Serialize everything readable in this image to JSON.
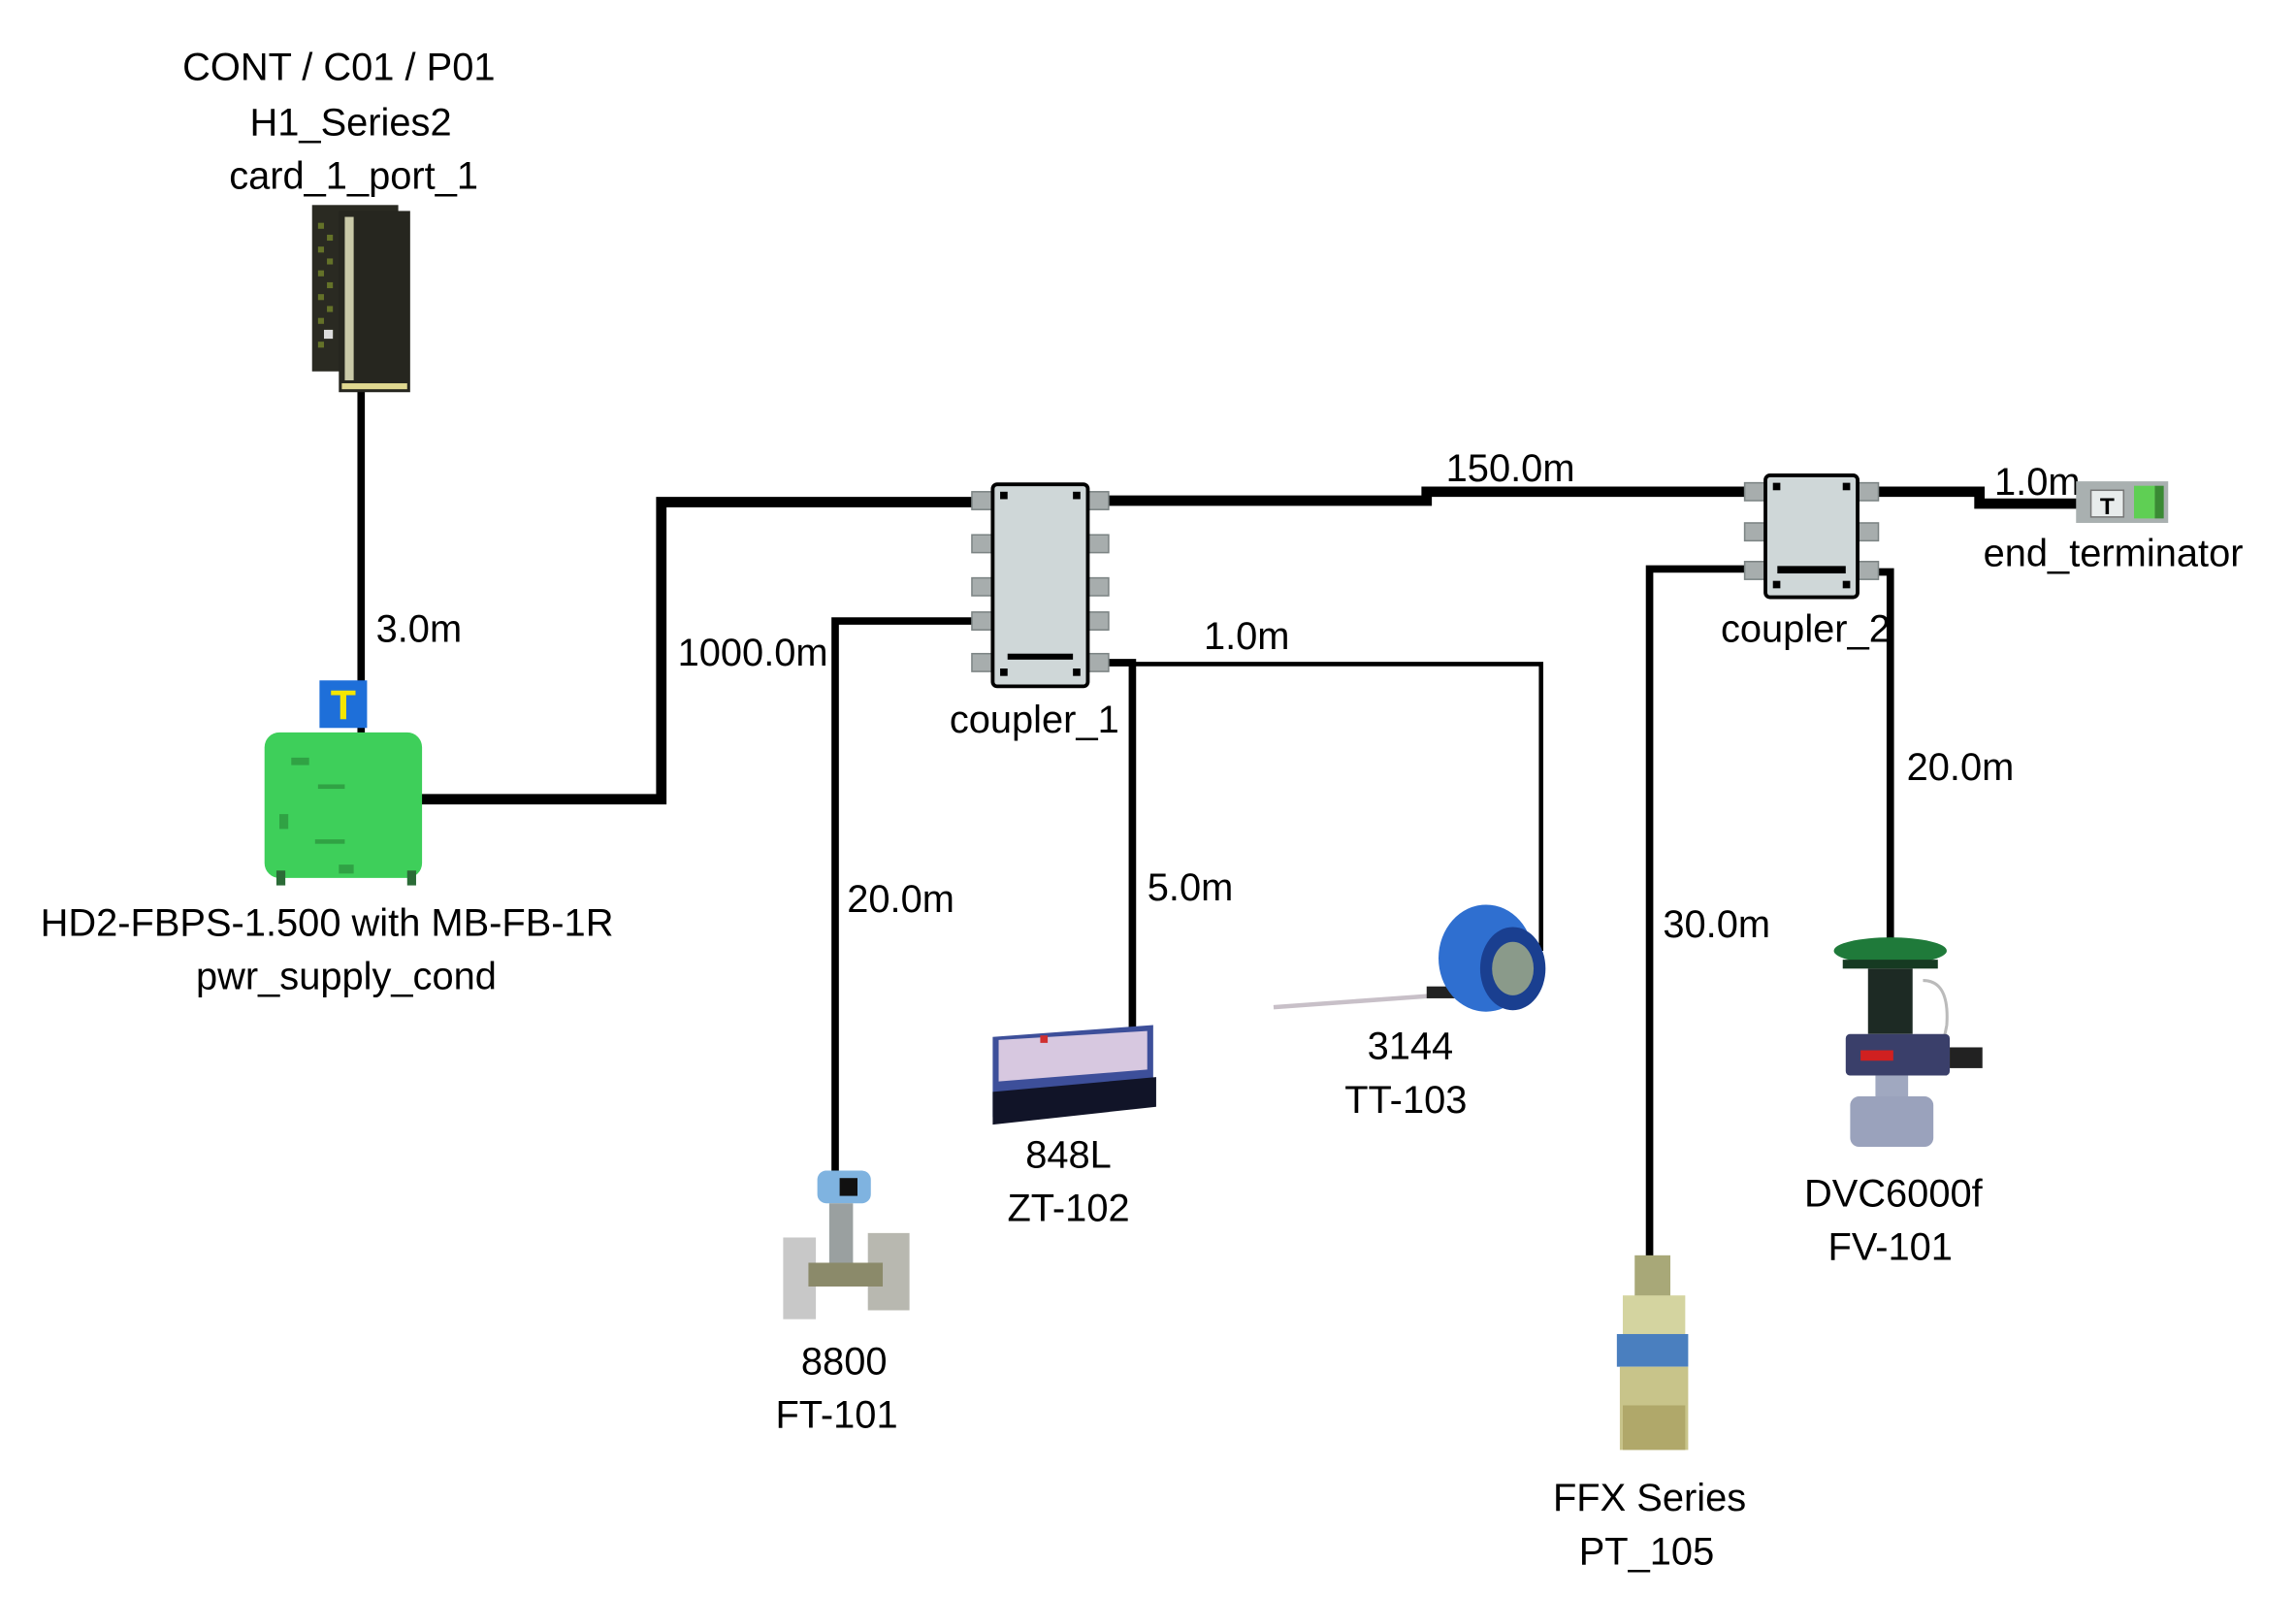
{
  "diagram": {
    "type": "fieldbus-segment-topology",
    "controller": {
      "path": "CONT / C01 / P01",
      "series": "H1_Series2",
      "port": "card_1_port_1"
    },
    "power_supply": {
      "model": "HD2-FBPS-1.500 with MB-FB-1R",
      "name": "pwr_supply_cond",
      "badge": "T",
      "badge_color": "#1e6fd9",
      "badge_text_color": "#f5e600",
      "body_color": "#3ecf5a"
    },
    "couplers": [
      {
        "name": "coupler_1"
      },
      {
        "name": "coupler_2"
      }
    ],
    "terminator": {
      "name": "end_terminator",
      "badge": "T"
    },
    "devices": [
      {
        "model": "8800",
        "tag": "FT-101"
      },
      {
        "model": "848L",
        "tag": "ZT-102"
      },
      {
        "model": "3144",
        "tag": "TT-103"
      },
      {
        "model": "FFX Series",
        "tag": "PT_105"
      },
      {
        "model": "DVC6000f",
        "tag": "FV-101"
      }
    ],
    "segments": {
      "controller_to_psu": "3.0m",
      "trunk_psu_to_coupler1": "1000.0m",
      "trunk_coupler1_to_coupler2": "150.0m",
      "coupler2_to_terminator": "1.0m",
      "spur_ft101": "20.0m",
      "spur_zt102": "5.0m",
      "spur_tt103": "1.0m",
      "spur_pt105": "30.0m",
      "spur_fv101": "20.0m"
    }
  }
}
